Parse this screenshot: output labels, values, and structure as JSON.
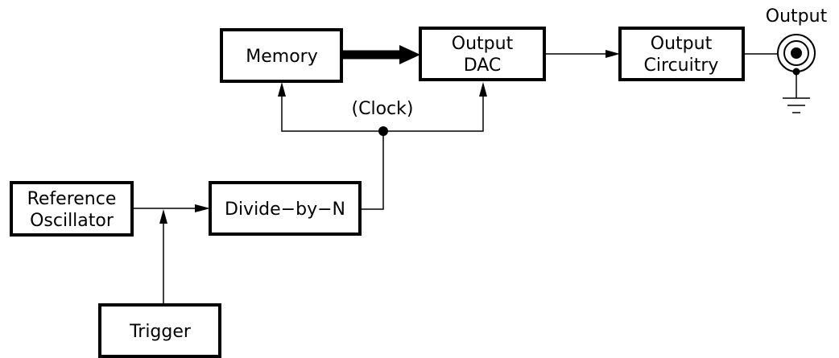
{
  "blocks": {
    "memory": "Memory",
    "output_dac_line1": "Output",
    "output_dac_line2": "DAC",
    "output_circuitry_line1": "Output",
    "output_circuitry_line2": "Circuitry",
    "reference_oscillator_line1": "Reference",
    "reference_oscillator_line2": "Oscillator",
    "divide_by_n": "Divide−by−N",
    "trigger": "Trigger"
  },
  "labels": {
    "clock": "(Clock)",
    "output_connector": "Output"
  },
  "colors": {
    "stroke": "#000000",
    "background": "#ffffff"
  },
  "icons": {
    "output_connector": "bnc-connector-icon",
    "ground": "ground-icon"
  }
}
